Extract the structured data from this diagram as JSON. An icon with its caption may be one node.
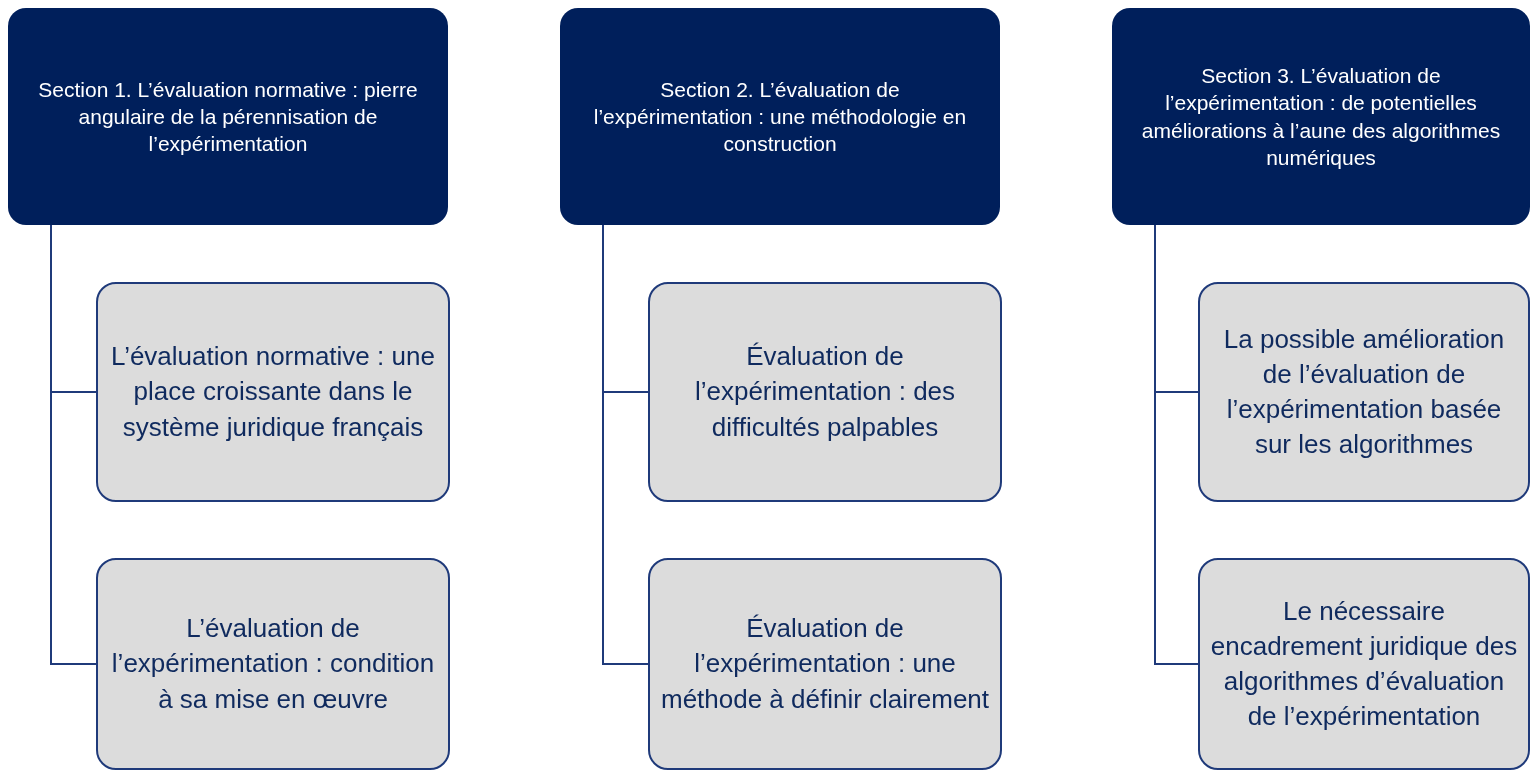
{
  "diagram": {
    "nodes": [
      {
        "text": [
          "Section 1. L’évaluation normative : pierre angulaire de la pérennisation de l’expérimentation"
        ]
      },
      {
        "text": [
          "L’évaluation normative : une place croissante dans le système juridique français"
        ]
      },
      {
        "text": [
          "L’évaluation de l’expérimentation : condition à sa mise en œuvre"
        ]
      },
      {
        "text": [
          "Section 2. L’évaluation de l’expérimentation : une méthodologie en construction"
        ]
      },
      {
        "text": [
          "Évaluation de l’expérimentation : des difficultés palpables"
        ]
      },
      {
        "text": [
          "Évaluation de l’expérimentation : une méthode à définir clairement"
        ]
      },
      {
        "text": [
          "Section 3. L’évaluation de l’expérimentation : de potentielles améliorations à l’aune des algorithmes numériques"
        ]
      },
      {
        "text": [
          "La possible amélioration de l’évaluation de l’expérimentation basée sur les algorithmes"
        ]
      },
      {
        "text": [
          "Le nécessaire encadrement juridique des algorithmes d’évaluation de l’expérimentation"
        ]
      }
    ],
    "edges": [
      {
        "from": 0,
        "to": 1,
        "arrow": "none"
      },
      {
        "from": 0,
        "to": 2,
        "arrow": "none"
      },
      {
        "from": 3,
        "to": 4,
        "arrow": "none"
      },
      {
        "from": 3,
        "to": 5,
        "arrow": "none"
      },
      {
        "from": 6,
        "to": 7,
        "arrow": "none"
      },
      {
        "from": 6,
        "to": 8,
        "arrow": "none"
      }
    ]
  }
}
